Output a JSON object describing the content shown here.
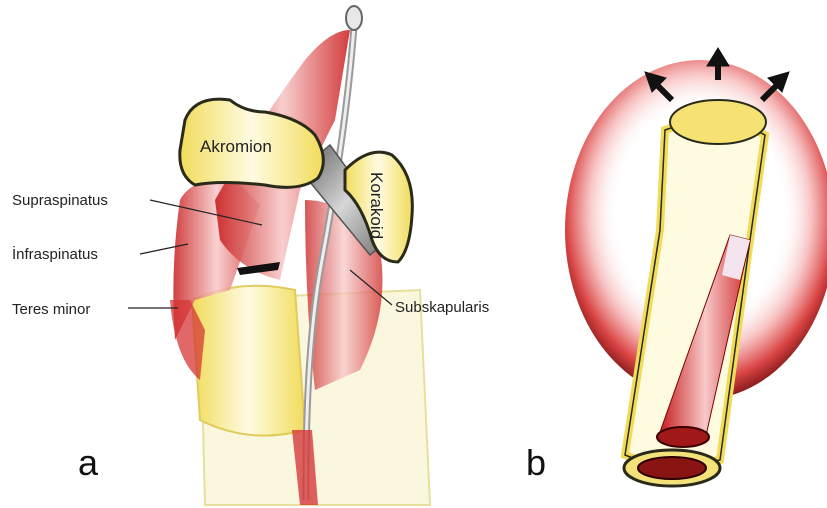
{
  "labels": {
    "akromion": "Akromion",
    "korakoid": "Korakoid",
    "supraspinatus": "Supraspinatus",
    "infraspinatus": "İnfraspinatus",
    "teres_minor": "Teres minor",
    "subskapularis": "Subskapularis"
  },
  "panels": {
    "a": "a",
    "b": "b"
  },
  "colors": {
    "muscle": "#d42a2a",
    "muscle_light": "#f4b4b4",
    "bone_yellow": "#f3e27a",
    "bone_outline": "#2a2a1a",
    "ligament": "#8a8a8a",
    "arrow": "#111111"
  }
}
